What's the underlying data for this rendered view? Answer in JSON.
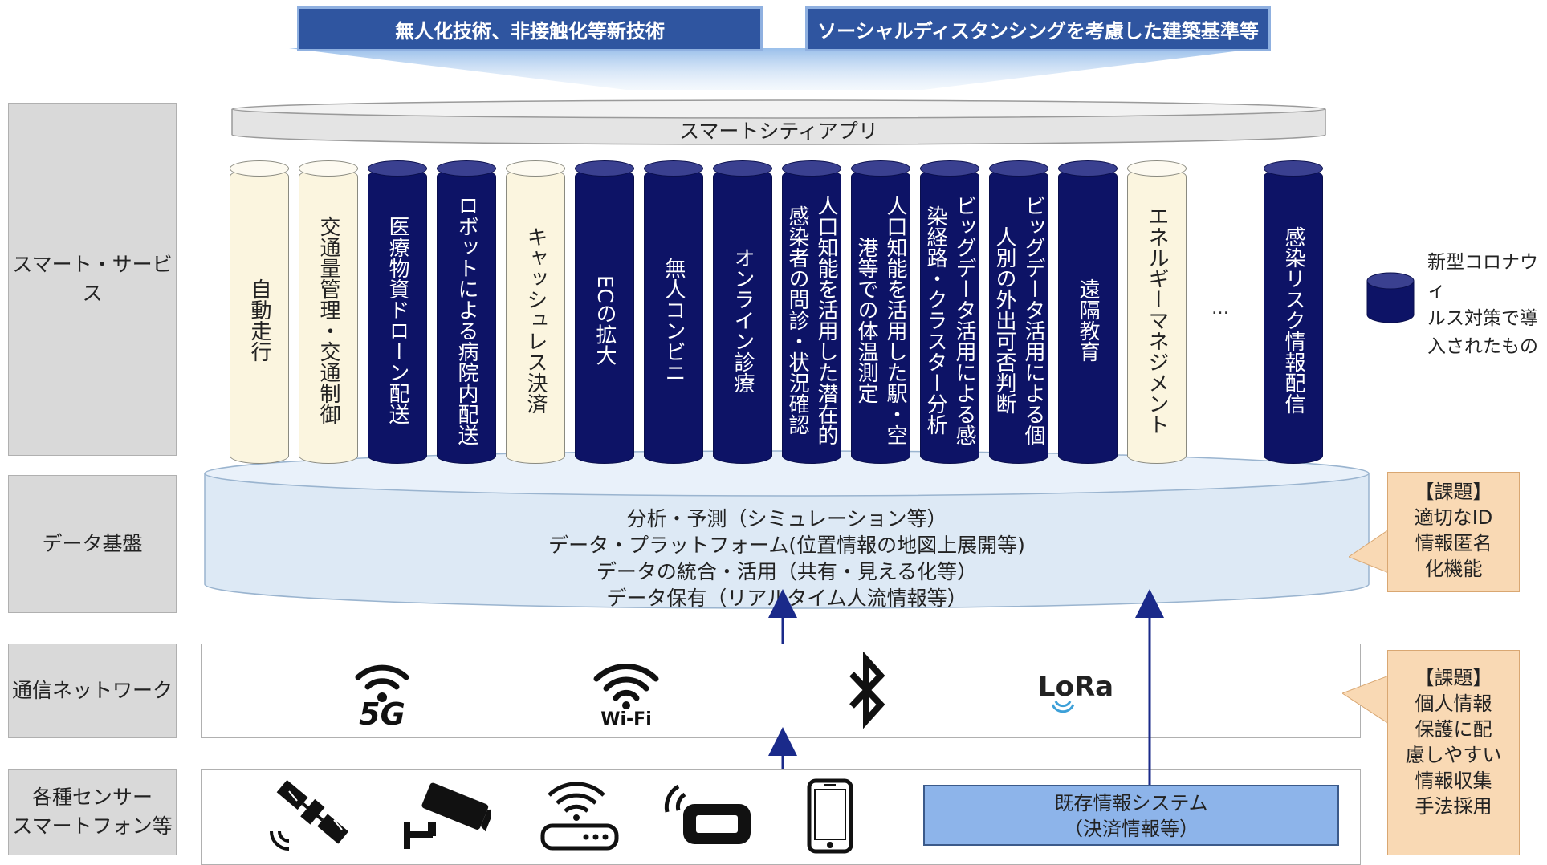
{
  "top_labels": {
    "left": "無人化技術、非接触化等新技術",
    "right": "ソーシャルディスタンシングを考慮した建築基準等"
  },
  "app_bar_label": "スマートシティアプリ",
  "layers": {
    "smart_service": "スマート・サービス",
    "data_platform": "データ基盤",
    "network": "通信ネットワーク",
    "sensors_line1": "各種センサー",
    "sensors_line2": "スマートフォン等"
  },
  "services": [
    {
      "lines": [
        "自動走行"
      ],
      "style": "cream"
    },
    {
      "lines": [
        "交通量管理・交通制御"
      ],
      "style": "cream"
    },
    {
      "lines": [
        "医療物資ドローン配送"
      ],
      "style": "navy"
    },
    {
      "lines": [
        "ロボットによる病院内配送"
      ],
      "style": "navy"
    },
    {
      "lines": [
        "キャッシュレス決済"
      ],
      "style": "cream"
    },
    {
      "lines": [
        "ECの拡大"
      ],
      "style": "navy"
    },
    {
      "lines": [
        "無人コンビニ"
      ],
      "style": "navy"
    },
    {
      "lines": [
        "オンライン診療"
      ],
      "style": "navy"
    },
    {
      "lines": [
        "人口知能を活用した潜在的",
        "感染者の問診・状況確認"
      ],
      "style": "navy"
    },
    {
      "lines": [
        "人口知能を活用した駅・空",
        "港等での体温測定"
      ],
      "style": "navy"
    },
    {
      "lines": [
        "ビッグデータ活用による感",
        "染経路・クラスター分析"
      ],
      "style": "navy"
    },
    {
      "lines": [
        "ビッグデータ活用による個",
        "人別の外出可否判断"
      ],
      "style": "navy"
    },
    {
      "lines": [
        "遠隔教育"
      ],
      "style": "navy"
    },
    {
      "lines": [
        "エネルギーマネジメント"
      ],
      "style": "cream"
    },
    {
      "lines": [
        "感染リスク情報配信"
      ],
      "style": "navy"
    }
  ],
  "ellipsis": "…",
  "legend": {
    "line1": "新型コロナウィ",
    "line2": "ルス対策で導",
    "line3": "入されたもの"
  },
  "data_platform_lines": [
    "分析・予測（シミュレーション等）",
    "データ・プラットフォーム(位置情報の地図上展開等)",
    "データの統合・活用（共有・見える化等）",
    "データ保有（リアルタイム人流情報等）"
  ],
  "issue1": {
    "lines": [
      "【課題】",
      "適切なID",
      "情報匿名",
      "化機能"
    ]
  },
  "issue2": {
    "lines": [
      "【課題】",
      "個人情報",
      "保護に配",
      "慮しやすい",
      "情報収集",
      "手法採用"
    ]
  },
  "network_icons": {
    "fiveg": "5G",
    "wifi": "Wi-Fi",
    "lora": "LoRa"
  },
  "existing_system": {
    "line1": "既存情報システム",
    "line2": "（決済情報等）"
  },
  "colors": {
    "navy": "#0d1366",
    "cream": "#fbf5df",
    "top_label": "#2f55a0",
    "data_platform": "#dde9f5",
    "issue": "#f9d9b4",
    "existing_system": "#8db4ea"
  }
}
